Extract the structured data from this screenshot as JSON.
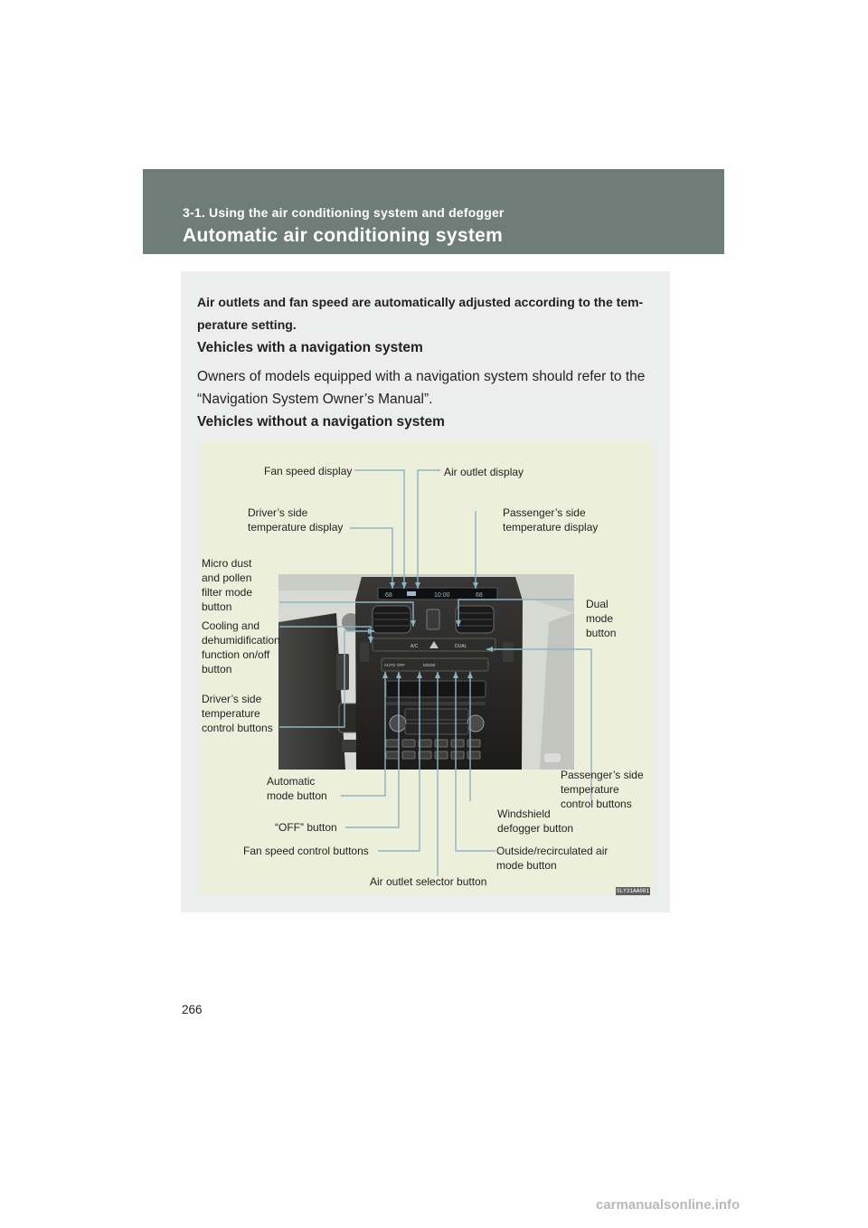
{
  "header": {
    "section_label": "3-1.  Using the air conditioning system and defogger",
    "title": "Automatic air conditioning system"
  },
  "content": {
    "intro": "Air outlets and fan speed are automatically adjusted according to the tem-perature setting.",
    "nav_heading": "Vehicles with a navigation system",
    "nav_body": "Owners of models equipped with a navigation system should refer to the “Navigation System Owner’s Manual”.",
    "no_nav_heading": "Vehicles without a navigation system"
  },
  "figure": {
    "figure_id": "SLY31AA001",
    "callouts": {
      "fan_speed_display": "Fan speed display",
      "air_outlet_display": "Air outlet display",
      "driver_temp_display": "Driver’s side\ntemperature display",
      "passenger_temp_display": "Passenger’s side\ntemperature display",
      "micro_dust": "Micro dust\nand pollen\nfilter mode\n  button",
      "dual_mode": "Dual\nmode\nbutton",
      "cooling": "Cooling and\ndehumidification\nfunction on/off\nbutton",
      "driver_temp_control": "Driver’s side\ntemperature\ncontrol buttons",
      "automatic_mode": "Automatic\nmode button",
      "passenger_temp_control": "Passenger’s side\ntemperature\ncontrol buttons",
      "off_button": "“OFF” button",
      "windshield": "Windshield\ndefogger button",
      "fan_control": "Fan speed control buttons",
      "outside_recirc": "Outside/recirculated air\nmode button",
      "air_outlet_selector": "Air outlet selector button"
    },
    "display_readouts": {
      "left_temp": "68",
      "clock": "10:00",
      "right_temp": "68"
    },
    "panel_labels": {
      "auto": "AUTO",
      "off": "OFF",
      "mode": "MODE",
      "ac": "A/C",
      "dual": "DUAL"
    }
  },
  "footer": {
    "page_number": "266",
    "watermark": "carmanualsonline.info"
  }
}
